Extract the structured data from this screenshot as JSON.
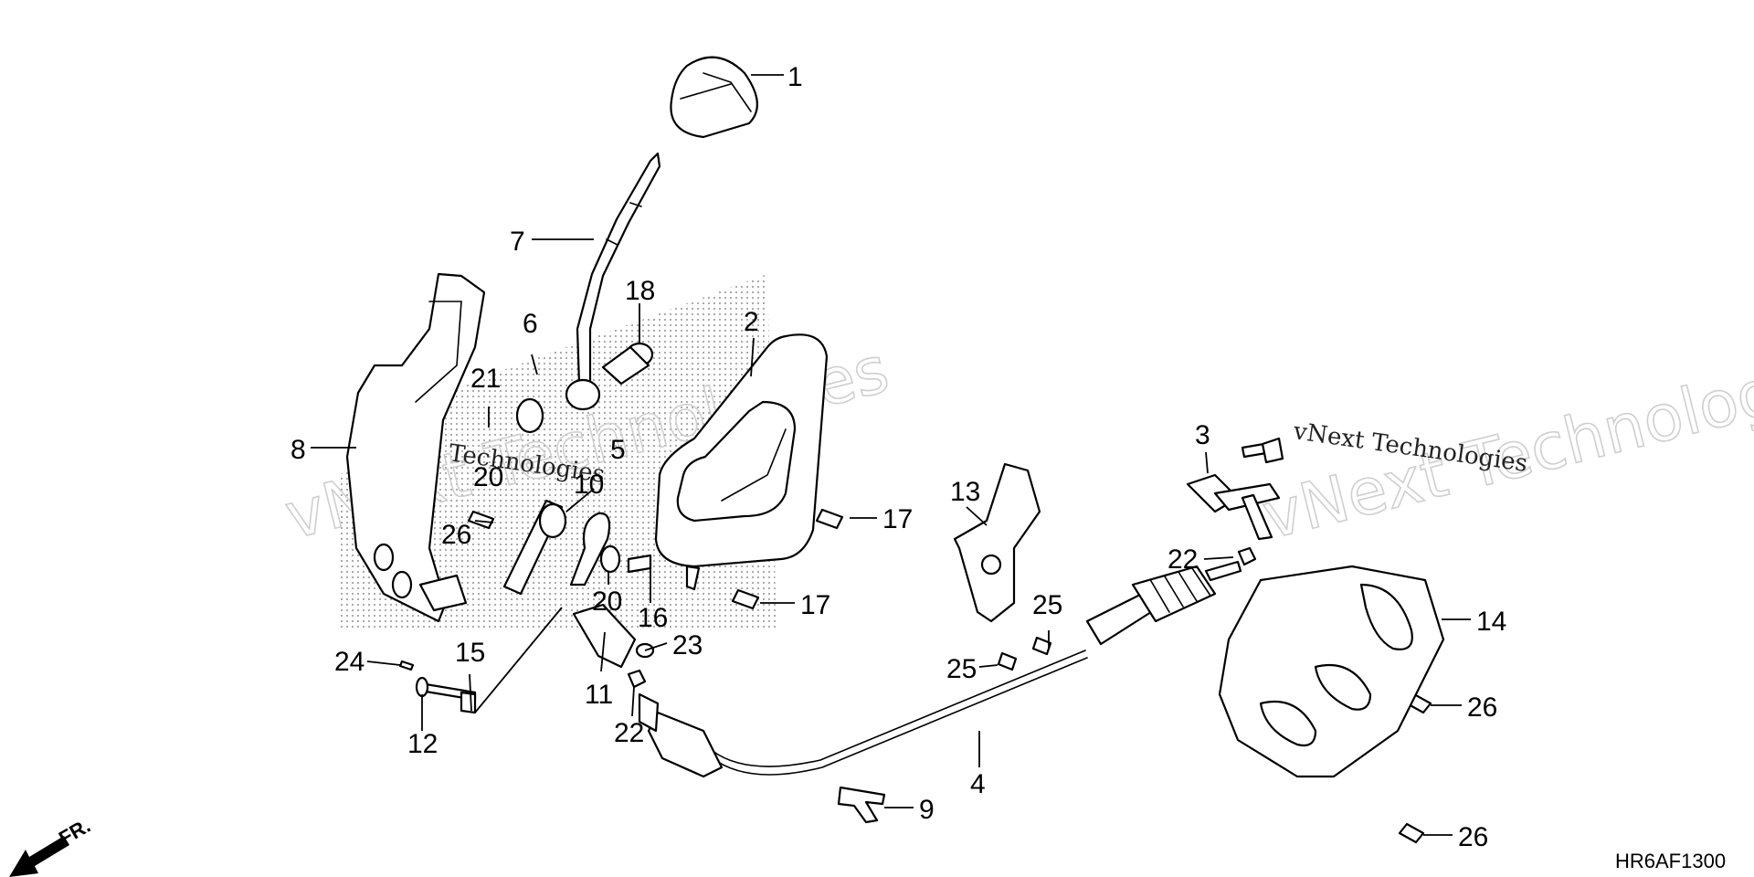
{
  "diagram_code": "HR6AF1300",
  "direction_label": "FR.",
  "watermark_text": "vNext Technologies",
  "watermarks": {
    "left_outline": "vNext Technologies",
    "left_small": "vNext Technologies",
    "right_outline": "vNext Technologies",
    "right_small": "vNext Technologies"
  },
  "callouts": {
    "c1": "1",
    "c2": "2",
    "c3": "3",
    "c4": "4",
    "c5": "5",
    "c6": "6",
    "c7": "7",
    "c8": "8",
    "c9": "9",
    "c10": "10",
    "c11": "11",
    "c12": "12",
    "c13": "13",
    "c14": "14",
    "c15": "15",
    "c16": "16",
    "c17a": "17",
    "c17b": "17",
    "c18": "18",
    "c20a": "20",
    "c20b": "20",
    "c21": "21",
    "c22a": "22",
    "c22b": "22",
    "c23": "23",
    "c24": "24",
    "c25a": "25",
    "c25b": "25",
    "c26a": "26",
    "c26b": "26",
    "c26c": "26"
  }
}
